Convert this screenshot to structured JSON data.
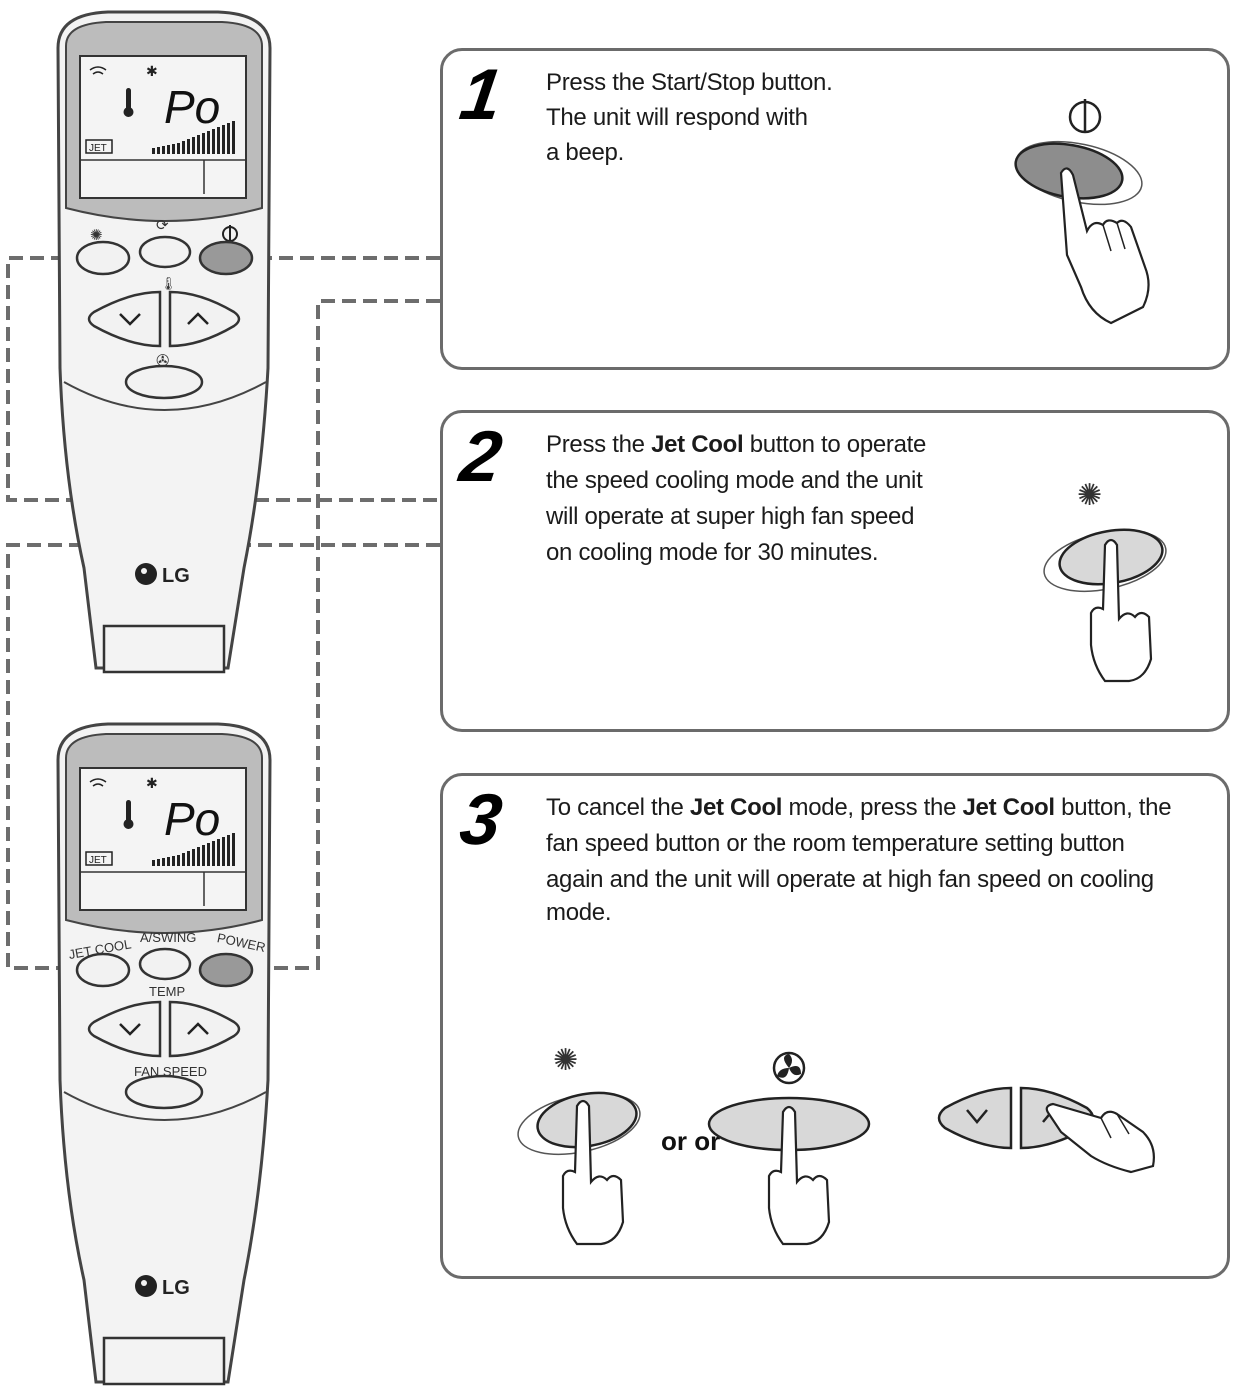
{
  "remote_top": {
    "display": {
      "code": "Po",
      "jet_badge": "JET"
    },
    "logo": "LG"
  },
  "remote_bottom": {
    "display": {
      "code": "Po",
      "jet_badge": "JET"
    },
    "labels": {
      "jet_cool": "JET COOL",
      "a_swing": "A/SWING",
      "power": "POWER",
      "temp": "TEMP",
      "fan_speed": "FAN SPEED"
    },
    "logo": "LG"
  },
  "steps": [
    {
      "number": "1",
      "lines": [
        "Press the Start/Stop button.",
        "The unit will respond with",
        "a beep."
      ]
    },
    {
      "number": "2",
      "parts": [
        "Press the ",
        "Jet Cool",
        " button to operate",
        "the speed cooling mode and the unit",
        "will operate at super high fan speed",
        "on cooling mode for 30 minutes."
      ]
    },
    {
      "number": "3",
      "parts": [
        "To cancel the ",
        "Jet Cool",
        " mode, press the ",
        "Jet Cool",
        " button, the",
        "fan speed button or the room temperature setting  button",
        "again and the unit will operate at high fan speed on cooling",
        "mode."
      ],
      "or_label": "or or"
    }
  ]
}
